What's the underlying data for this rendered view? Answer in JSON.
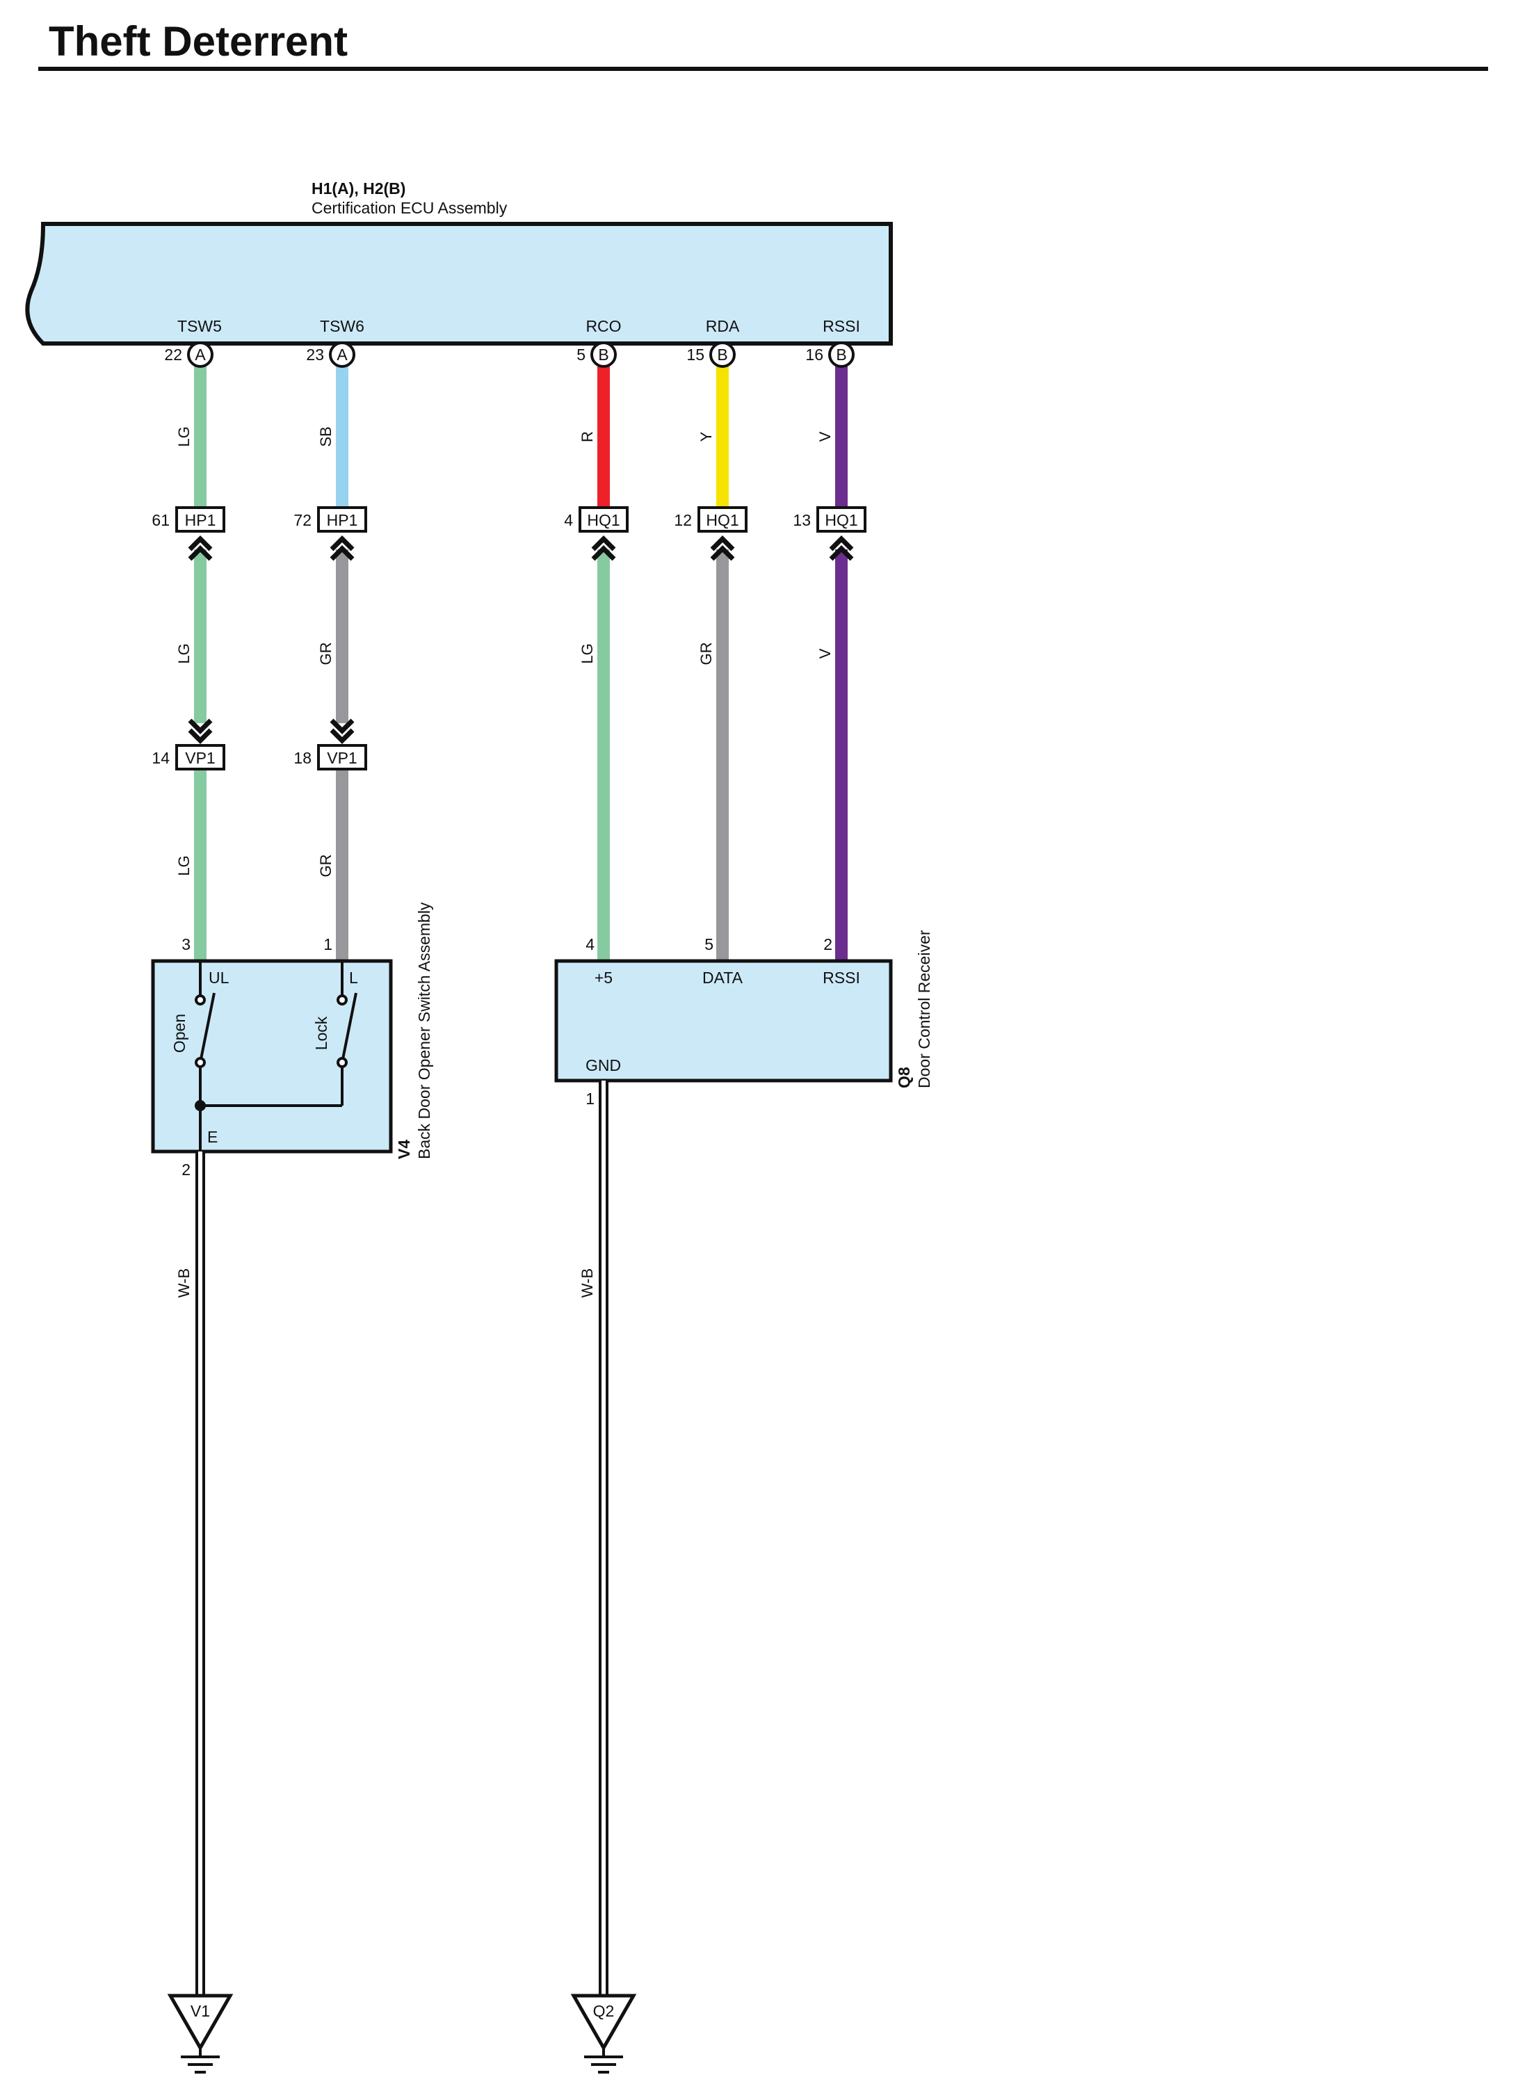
{
  "page": {
    "title": "Theft Deterrent"
  },
  "ecu": {
    "code": "H1(A), H2(B)",
    "name": "Certification ECU Assembly",
    "pins": [
      {
        "name": "TSW5",
        "pin": "22",
        "conn": "A"
      },
      {
        "name": "TSW6",
        "pin": "23",
        "conn": "A"
      },
      {
        "name": "RCO",
        "pin": "5",
        "conn": "B"
      },
      {
        "name": "RDA",
        "pin": "15",
        "conn": "B"
      },
      {
        "name": "RSSI",
        "pin": "16",
        "conn": "B"
      }
    ]
  },
  "wires": [
    {
      "color": "#86cba0",
      "segs": [
        "LG",
        "LG",
        "LG"
      ],
      "hp": {
        "pin": "61",
        "name": "HP1"
      },
      "vp": {
        "pin": "14",
        "name": "VP1"
      },
      "end_pin": "3"
    },
    {
      "color_top": "#97d3ef",
      "color": "#98989c",
      "segs": [
        "SB",
        "GR",
        "GR"
      ],
      "hp": {
        "pin": "72",
        "name": "HP1"
      },
      "vp": {
        "pin": "18",
        "name": "VP1"
      },
      "end_pin": "1"
    },
    {
      "color_top": "#ee2129",
      "color": "#86cba0",
      "segs": [
        "R",
        "LG"
      ],
      "hq": {
        "pin": "4",
        "name": "HQ1"
      },
      "end_pin": "4"
    },
    {
      "color_top": "#f6e300",
      "color": "#98989c",
      "segs": [
        "Y",
        "GR"
      ],
      "hq": {
        "pin": "12",
        "name": "HQ1"
      },
      "end_pin": "5"
    },
    {
      "color_top": "#6b2e8e",
      "color": "#6b2e8e",
      "segs": [
        "V",
        "V"
      ],
      "hq": {
        "pin": "13",
        "name": "HQ1"
      },
      "end_pin": "2"
    }
  ],
  "switch": {
    "code": "V4",
    "name": "Back Door Opener Switch Assembly",
    "ul": "UL",
    "l": "L",
    "e": "E",
    "open": "Open",
    "lock": "Lock",
    "gnd_pin": "2"
  },
  "receiver": {
    "code": "Q8",
    "name": "Door Control Receiver",
    "plus5": "+5",
    "data": "DATA",
    "rssi": "RSSI",
    "gnd": "GND",
    "gnd_pin": "1"
  },
  "grounds": [
    {
      "wire": "W-B",
      "point": "V1"
    },
    {
      "wire": "W-B",
      "point": "Q2"
    }
  ],
  "colors": {
    "ecu_fill": "#cce9f8",
    "outline": "#111111"
  }
}
